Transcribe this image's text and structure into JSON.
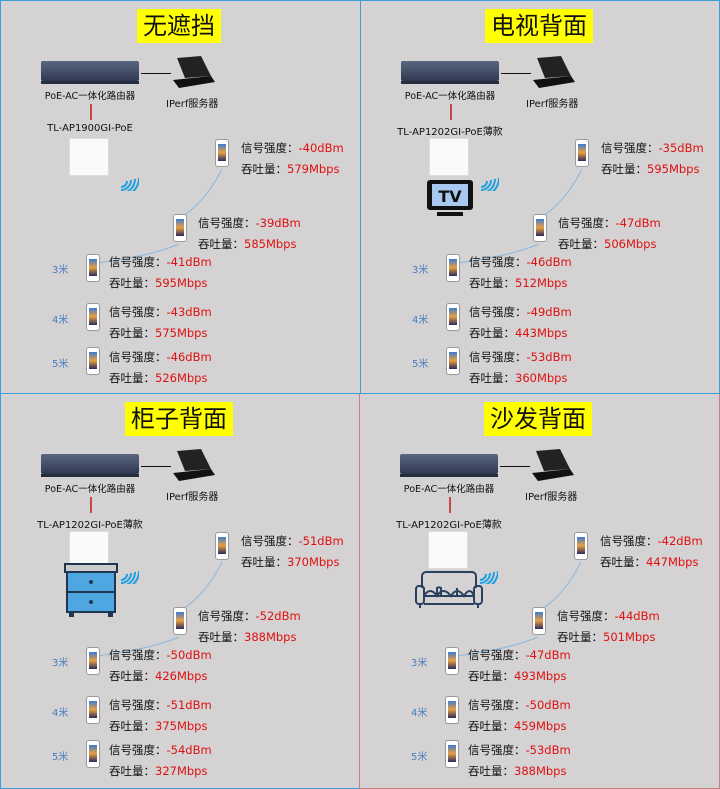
{
  "common": {
    "router_label": "PoE-AC一体化路由器",
    "server_label": "IPerf服务器",
    "signal_label": "信号强度：",
    "throughput_label": "吞吐量：",
    "distances": [
      "3米",
      "4米",
      "5米"
    ]
  },
  "panels": [
    {
      "title": "无遮挡",
      "ap_model": "TL-AP1900GI-PoE",
      "obstacle": "none",
      "points": [
        {
          "signal": "-40dBm",
          "throughput": "579Mbps"
        },
        {
          "signal": "-39dBm",
          "throughput": "585Mbps"
        },
        {
          "signal": "-41dBm",
          "throughput": "595Mbps"
        },
        {
          "signal": "-43dBm",
          "throughput": "575Mbps"
        },
        {
          "signal": "-46dBm",
          "throughput": "526Mbps"
        }
      ]
    },
    {
      "title": "电视背面",
      "ap_model": "TL-AP1202GI-PoE薄款",
      "obstacle": "tv",
      "obstacle_text": "TV",
      "points": [
        {
          "signal": "-35dBm",
          "throughput": "595Mbps"
        },
        {
          "signal": "-47dBm",
          "throughput": "506Mbps"
        },
        {
          "signal": "-46dBm",
          "throughput": "512Mbps"
        },
        {
          "signal": "-49dBm",
          "throughput": "443Mbps"
        },
        {
          "signal": "-53dBm",
          "throughput": "360Mbps"
        }
      ]
    },
    {
      "title": "柜子背面",
      "ap_model": "TL-AP1202GI-PoE薄款",
      "obstacle": "cabinet",
      "points": [
        {
          "signal": "-51dBm",
          "throughput": "370Mbps"
        },
        {
          "signal": "-52dBm",
          "throughput": "388Mbps"
        },
        {
          "signal": "-50dBm",
          "throughput": "426Mbps"
        },
        {
          "signal": "-51dBm",
          "throughput": "375Mbps"
        },
        {
          "signal": "-54dBm",
          "throughput": "327Mbps"
        }
      ]
    },
    {
      "title": "沙发背面",
      "ap_model": "TL-AP1202GI-PoE薄款",
      "obstacle": "sofa",
      "points": [
        {
          "signal": "-42dBm",
          "throughput": "447Mbps"
        },
        {
          "signal": "-44dBm",
          "throughput": "501Mbps"
        },
        {
          "signal": "-47dBm",
          "throughput": "493Mbps"
        },
        {
          "signal": "-50dBm",
          "throughput": "459Mbps"
        },
        {
          "signal": "-53dBm",
          "throughput": "388Mbps"
        }
      ]
    }
  ]
}
